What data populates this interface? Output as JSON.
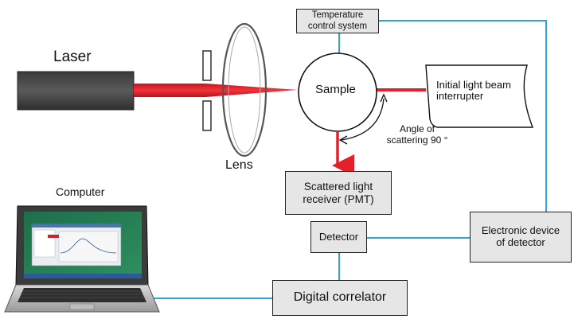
{
  "labels": {
    "laser": "Laser",
    "lens": "Lens",
    "computer": "Computer",
    "sample": "Sample",
    "temperature": "Temperature control system",
    "interrupter": "Initial light beam interrupter",
    "angle": "Angle of scattering 90 °",
    "receiver": "Scattered light receiver (PMT)",
    "detector": "Detector",
    "electronic": "Electronic device of detector",
    "correlator": "Digital correlator"
  },
  "colors": {
    "beam": "#e5202a",
    "wire": "#2aa5d6",
    "box_fill": "#e6e6e6",
    "laser_body": "#4a4a4a"
  }
}
